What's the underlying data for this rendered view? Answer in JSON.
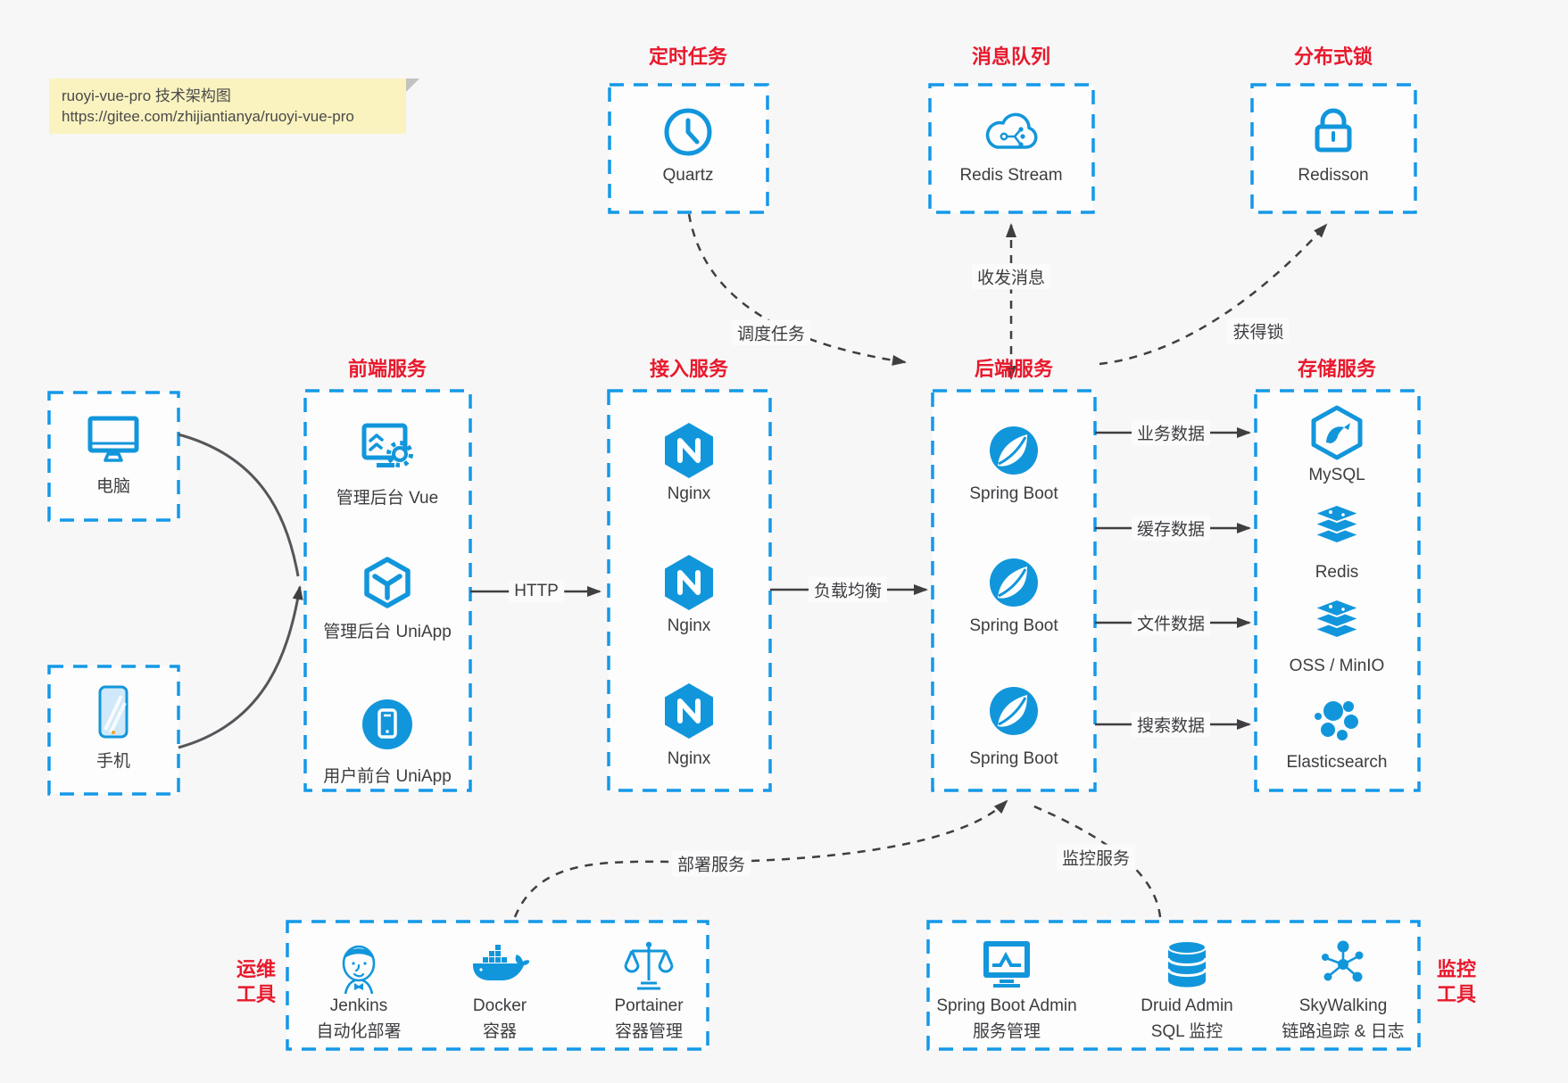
{
  "note": {
    "line1": "ruoyi-vue-pro 技术架构图",
    "line2": "https://gitee.com/zhijiantianya/ruoyi-vue-pro"
  },
  "top_services": [
    {
      "title": "定时任务",
      "label": "Quartz",
      "icon": "clock-icon"
    },
    {
      "title": "消息队列",
      "label": "Redis Stream",
      "icon": "cloud-network-icon"
    },
    {
      "title": "分布式锁",
      "label": "Redisson",
      "icon": "lock-icon"
    }
  ],
  "clients": [
    {
      "label": "电脑",
      "icon": "desktop-icon"
    },
    {
      "label": "手机",
      "icon": "mobile-icon"
    }
  ],
  "columns": [
    {
      "title": "前端服务",
      "items": [
        {
          "label": "管理后台 Vue"
        },
        {
          "label": "管理后台 UniApp"
        },
        {
          "label": "用户前台 UniApp"
        }
      ]
    },
    {
      "title": "接入服务",
      "items": [
        {
          "label": "Nginx"
        },
        {
          "label": "Nginx"
        },
        {
          "label": "Nginx"
        }
      ]
    },
    {
      "title": "后端服务",
      "items": [
        {
          "label": "Spring Boot"
        },
        {
          "label": "Spring Boot"
        },
        {
          "label": "Spring Boot"
        }
      ]
    },
    {
      "title": "存储服务",
      "items": [
        {
          "label": "MySQL"
        },
        {
          "label": "Redis"
        },
        {
          "label": "OSS / MinIO"
        },
        {
          "label": "Elasticsearch"
        }
      ]
    }
  ],
  "edges": {
    "http": "HTTP",
    "load_balance": "负载均衡",
    "business_data": "业务数据",
    "cache_data": "缓存数据",
    "file_data": "文件数据",
    "search_data": "搜索数据",
    "schedule_task": "调度任务",
    "send_receive_message": "收发消息",
    "acquire_lock": "获得锁",
    "deploy_service": "部署服务",
    "monitor_service": "监控服务"
  },
  "ops_tools": {
    "side_label_line1": "运维",
    "side_label_line2": "工具",
    "items": [
      {
        "name": "Jenkins",
        "desc": "自动化部署",
        "icon": "jenkins-icon"
      },
      {
        "name": "Docker",
        "desc": "容器",
        "icon": "docker-icon"
      },
      {
        "name": "Portainer",
        "desc": "容器管理",
        "icon": "portainer-scales-icon"
      }
    ]
  },
  "monitor_tools": {
    "side_label_line1": "监控",
    "side_label_line2": "工具",
    "items": [
      {
        "name": "Spring Boot Admin",
        "desc": "服务管理",
        "icon": "admin-monitor-icon"
      },
      {
        "name": "Druid Admin",
        "desc": "SQL 监控",
        "icon": "database-icon"
      },
      {
        "name": "SkyWalking",
        "desc": "链路追踪 & 日志",
        "icon": "topology-icon"
      }
    ]
  },
  "colors": {
    "brand_blue": "#1296db",
    "title_red": "#e8192c",
    "arrow_dark": "#3f3f41",
    "note_yellow": "#faf3c0",
    "background": "#f7f7f8"
  }
}
